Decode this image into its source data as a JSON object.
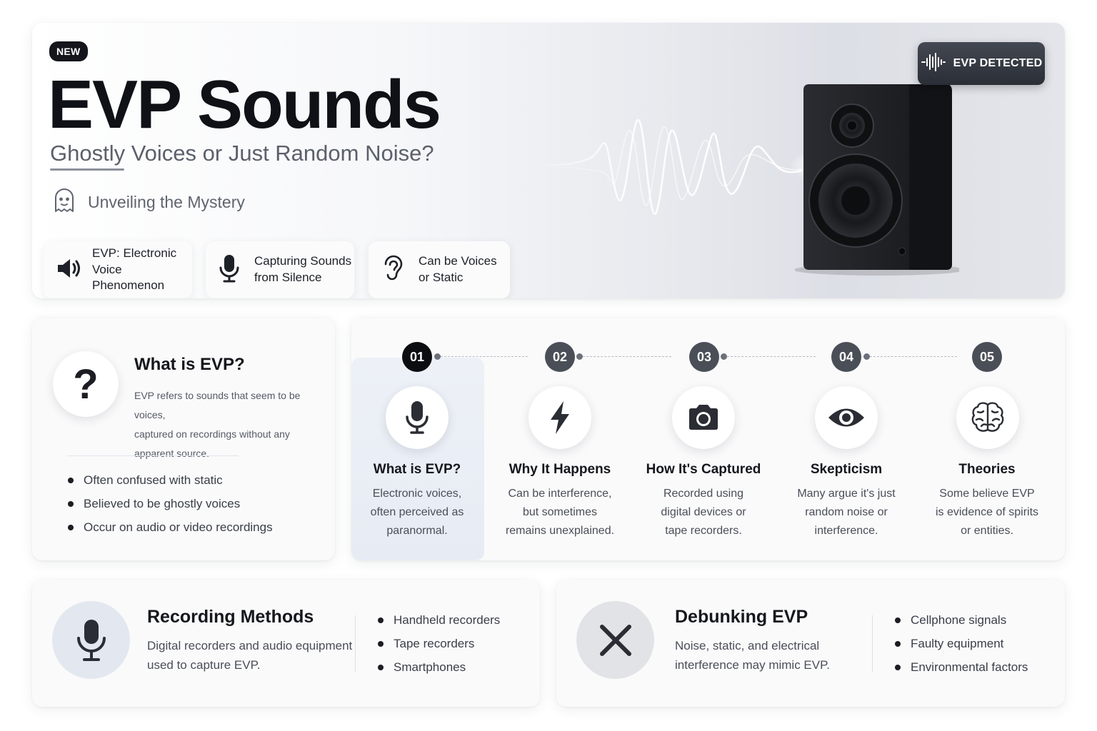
{
  "hero": {
    "badge": "NEW",
    "title": "EVP Sounds",
    "subtitle": "Ghostly Voices or Just Random Noise?",
    "tagline": "Unveiling the Mystery",
    "detected_badge": "EVP DETECTED",
    "features": [
      {
        "icon": "speaker-icon",
        "line1": "EVP: Electronic",
        "line2": "Voice Phenomenon"
      },
      {
        "icon": "microphone-icon",
        "line1": "Capturing Sounds",
        "line2": "from Silence"
      },
      {
        "icon": "ear-icon",
        "line1": "Can be Voices",
        "line2": "or Static"
      }
    ]
  },
  "what": {
    "icon": "question-mark-icon",
    "title": "What is EVP?",
    "desc_lines": [
      "EVP refers to sounds that seem to be voices,",
      "captured on recordings without any",
      "apparent source."
    ],
    "bullets": [
      "Often confused with static",
      "Believed to be ghostly voices",
      "Occur on audio or video recordings"
    ]
  },
  "steps": [
    {
      "num": "01",
      "icon": "microphone-icon",
      "title": "What is EVP?",
      "lines": [
        "Electronic voices,",
        "often perceived as",
        "paranormal."
      ]
    },
    {
      "num": "02",
      "icon": "lightning-icon",
      "title": "Why It Happens",
      "lines": [
        "Can be interference,",
        "but sometimes",
        "remains unexplained."
      ]
    },
    {
      "num": "03",
      "icon": "camera-icon",
      "title": "How It's Captured",
      "lines": [
        "Recorded using",
        "digital devices or",
        "tape recorders."
      ]
    },
    {
      "num": "04",
      "icon": "eye-icon",
      "title": "Skepticism",
      "lines": [
        "Many argue it's just",
        "random noise or",
        "interference."
      ]
    },
    {
      "num": "05",
      "icon": "brain-icon",
      "title": "Theories",
      "lines": [
        "Some believe EVP",
        "is evidence of spirits",
        "or entities."
      ]
    }
  ],
  "recording": {
    "icon": "microphone-icon",
    "title": "Recording Methods",
    "desc_lines": [
      "Digital recorders and audio equipment",
      "used to capture EVP."
    ],
    "bullets": [
      "Handheld recorders",
      "Tape recorders",
      "Smartphones"
    ]
  },
  "debunking": {
    "icon": "x-icon",
    "title": "Debunking EVP",
    "desc_lines": [
      "Noise, static, and electrical",
      "interference may mimic EVP."
    ],
    "bullets": [
      "Cellphone signals",
      "Faulty equipment",
      "Environmental factors"
    ]
  },
  "colors": {
    "dark": "#14161b",
    "step_badge": "#4a4e57",
    "step_active": "#0c0d10",
    "highlight": "#e9edf5"
  }
}
